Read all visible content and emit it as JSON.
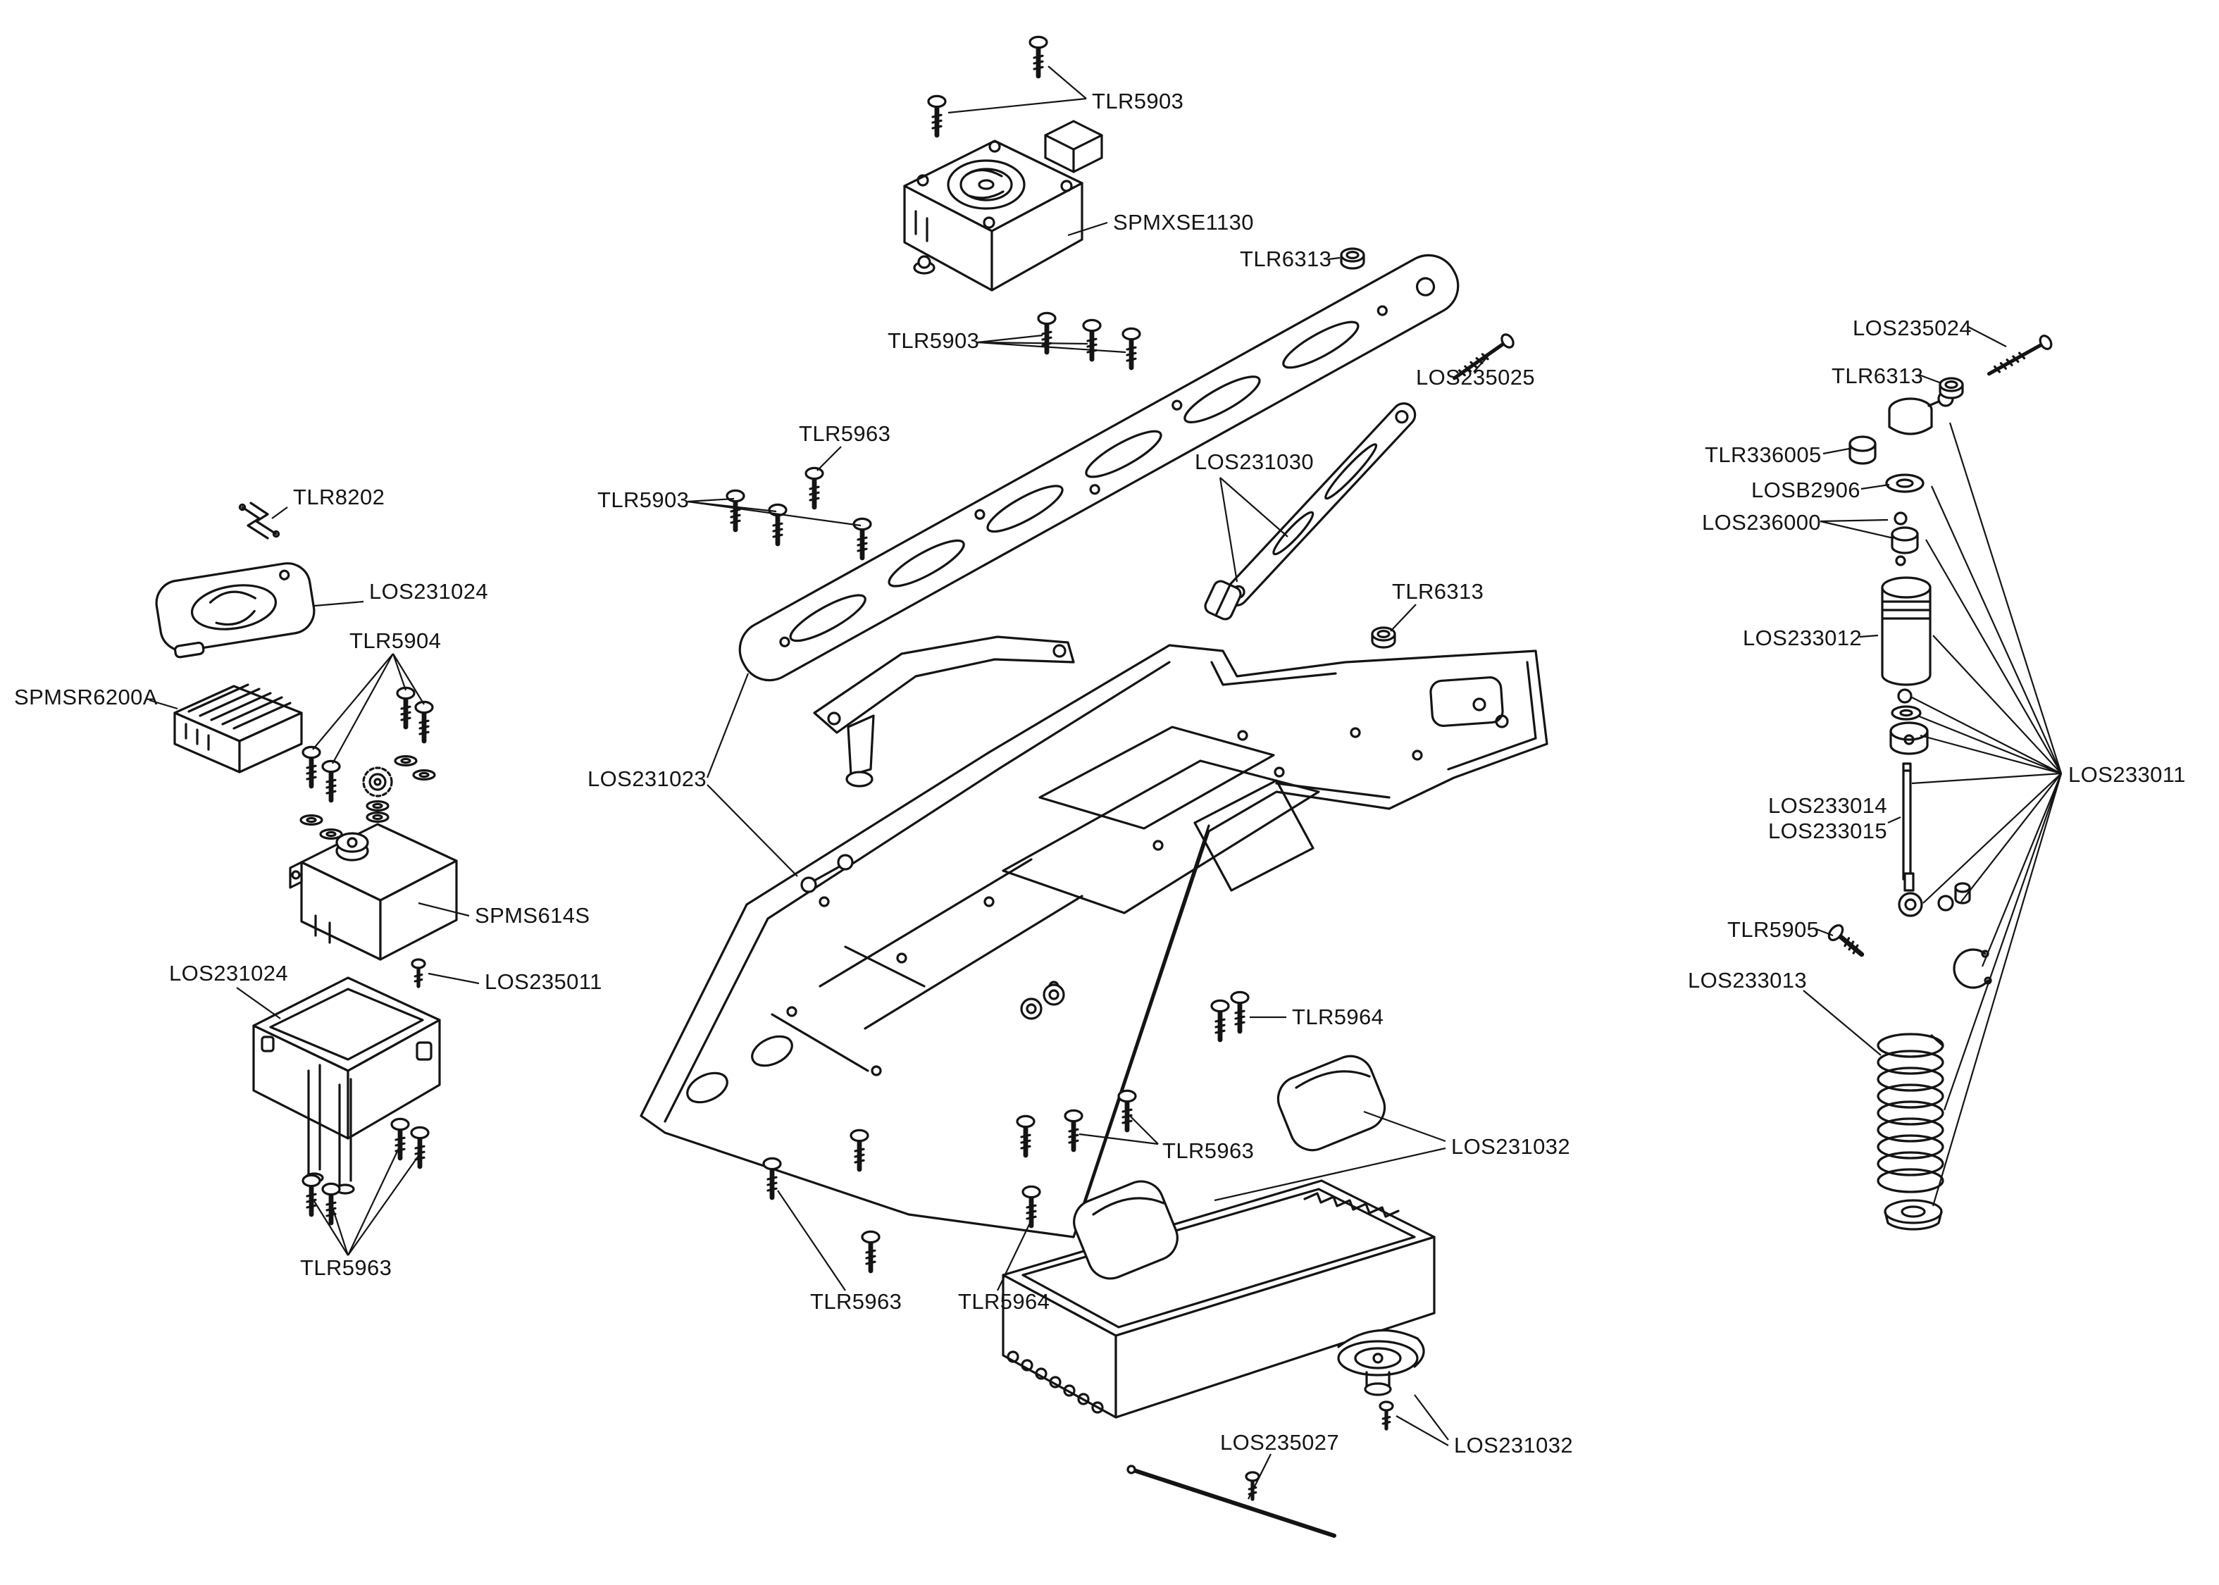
{
  "diagram": {
    "type": "exploded-parts-diagram",
    "background_color": "#ffffff",
    "line_color": "#141414",
    "labels": [
      {
        "id": "tlr5903-top",
        "text": "TLR5903"
      },
      {
        "id": "spmxse1130",
        "text": "SPMXSE1130"
      },
      {
        "id": "tlr6313-top-plate",
        "text": "TLR6313"
      },
      {
        "id": "tlr5903-esc",
        "text": "TLR5903"
      },
      {
        "id": "los235025",
        "text": "LOS235025"
      },
      {
        "id": "tlr5963-top-plate",
        "text": "TLR5963"
      },
      {
        "id": "tlr5903-plate-left",
        "text": "TLR5903"
      },
      {
        "id": "los231030",
        "text": "LOS231030"
      },
      {
        "id": "tlr6313-chassis",
        "text": "TLR6313"
      },
      {
        "id": "tlr8202",
        "text": "TLR8202"
      },
      {
        "id": "los231024-cover",
        "text": "LOS231024"
      },
      {
        "id": "tlr5904",
        "text": "TLR5904"
      },
      {
        "id": "spmsr6200a",
        "text": "SPMSR6200A"
      },
      {
        "id": "spms614s",
        "text": "SPMS614S"
      },
      {
        "id": "los231024-box",
        "text": "LOS231024"
      },
      {
        "id": "los235011",
        "text": "LOS235011"
      },
      {
        "id": "los231023",
        "text": "LOS231023"
      },
      {
        "id": "tlr5963-box",
        "text": "TLR5963"
      },
      {
        "id": "tlr5963-chassis-left",
        "text": "TLR5963"
      },
      {
        "id": "tlr5964-chassis-left",
        "text": "TLR5964"
      },
      {
        "id": "tlr5964-chassis-right",
        "text": "TLR5964"
      },
      {
        "id": "tlr5963-chassis-right",
        "text": "TLR5963"
      },
      {
        "id": "los231032-foam",
        "text": "LOS231032"
      },
      {
        "id": "los235027",
        "text": "LOS235027"
      },
      {
        "id": "los231032-cup",
        "text": "LOS231032"
      },
      {
        "id": "los235024",
        "text": "LOS235024"
      },
      {
        "id": "tlr6313-shock",
        "text": "TLR6313"
      },
      {
        "id": "tlr336005",
        "text": "TLR336005"
      },
      {
        "id": "losb2906",
        "text": "LOSB2906"
      },
      {
        "id": "los236000",
        "text": "LOS236000"
      },
      {
        "id": "los233012",
        "text": "LOS233012"
      },
      {
        "id": "los233011",
        "text": "LOS233011"
      },
      {
        "id": "los233014",
        "text": "LOS233014"
      },
      {
        "id": "los233015",
        "text": "LOS233015"
      },
      {
        "id": "tlr5905",
        "text": "TLR5905"
      },
      {
        "id": "los233013",
        "text": "LOS233013"
      }
    ]
  }
}
